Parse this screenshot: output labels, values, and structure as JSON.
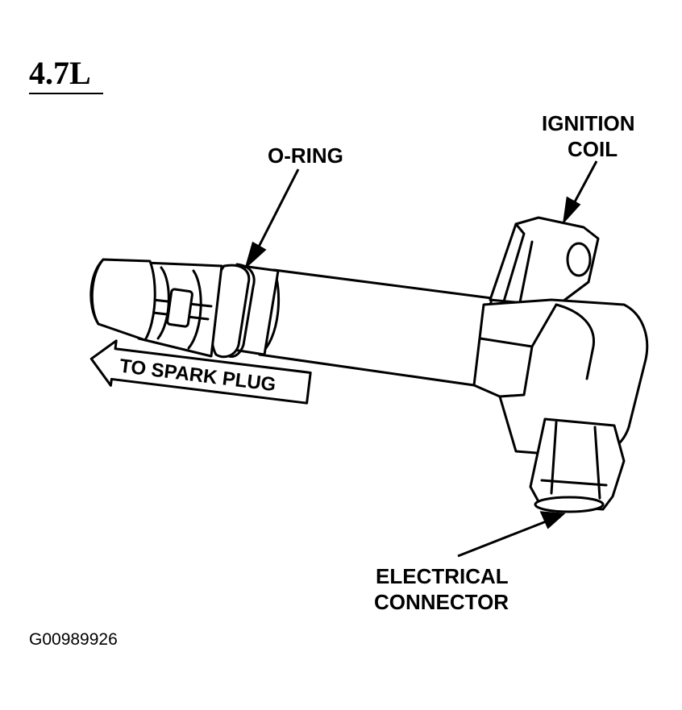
{
  "engine_label": "4.7L",
  "callouts": {
    "o_ring": "O-RING",
    "ignition_coil_line1": "IGNITION",
    "ignition_coil_line2": "COIL",
    "electrical_connector_line1": "ELECTRICAL",
    "electrical_connector_line2": "CONNECTOR"
  },
  "direction_arrow": "TO SPARK PLUG",
  "figure_id": "G00989926",
  "colors": {
    "ink": "#000000",
    "paper": "#ffffff"
  }
}
